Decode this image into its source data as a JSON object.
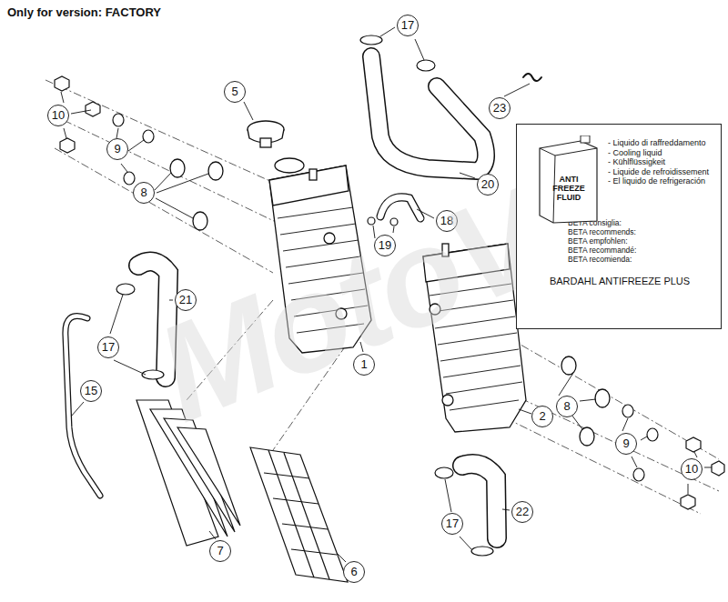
{
  "diagram": {
    "title": "Only for version:  FACTORY",
    "nodes": [
      {
        "text": [
          "- Liquido di raffreddamento",
          "- Cooling liquid",
          "- Kühlflüssigkeit",
          "- Liquide de refroidissement",
          "- El liquido de refrigeración",
          "BETA consiglia:",
          "BETA recommends:",
          "BETA empfohlen:",
          "BETA recommandé:",
          "BETA recomienda:",
          "BARDAHL ANTIFREEZE PLUS"
        ]
      },
      {
        "text": [
          "ANTI FREEZE FLUID"
        ],
        "in": 0
      }
    ],
    "labels": [
      "10",
      "9",
      "8",
      "5",
      "17",
      "23",
      "20",
      "18",
      "19",
      "1",
      "21",
      "17",
      "15",
      "7",
      "6",
      "2",
      "8",
      "9",
      "10",
      "17",
      "22",
      "MotoVi"
    ]
  }
}
